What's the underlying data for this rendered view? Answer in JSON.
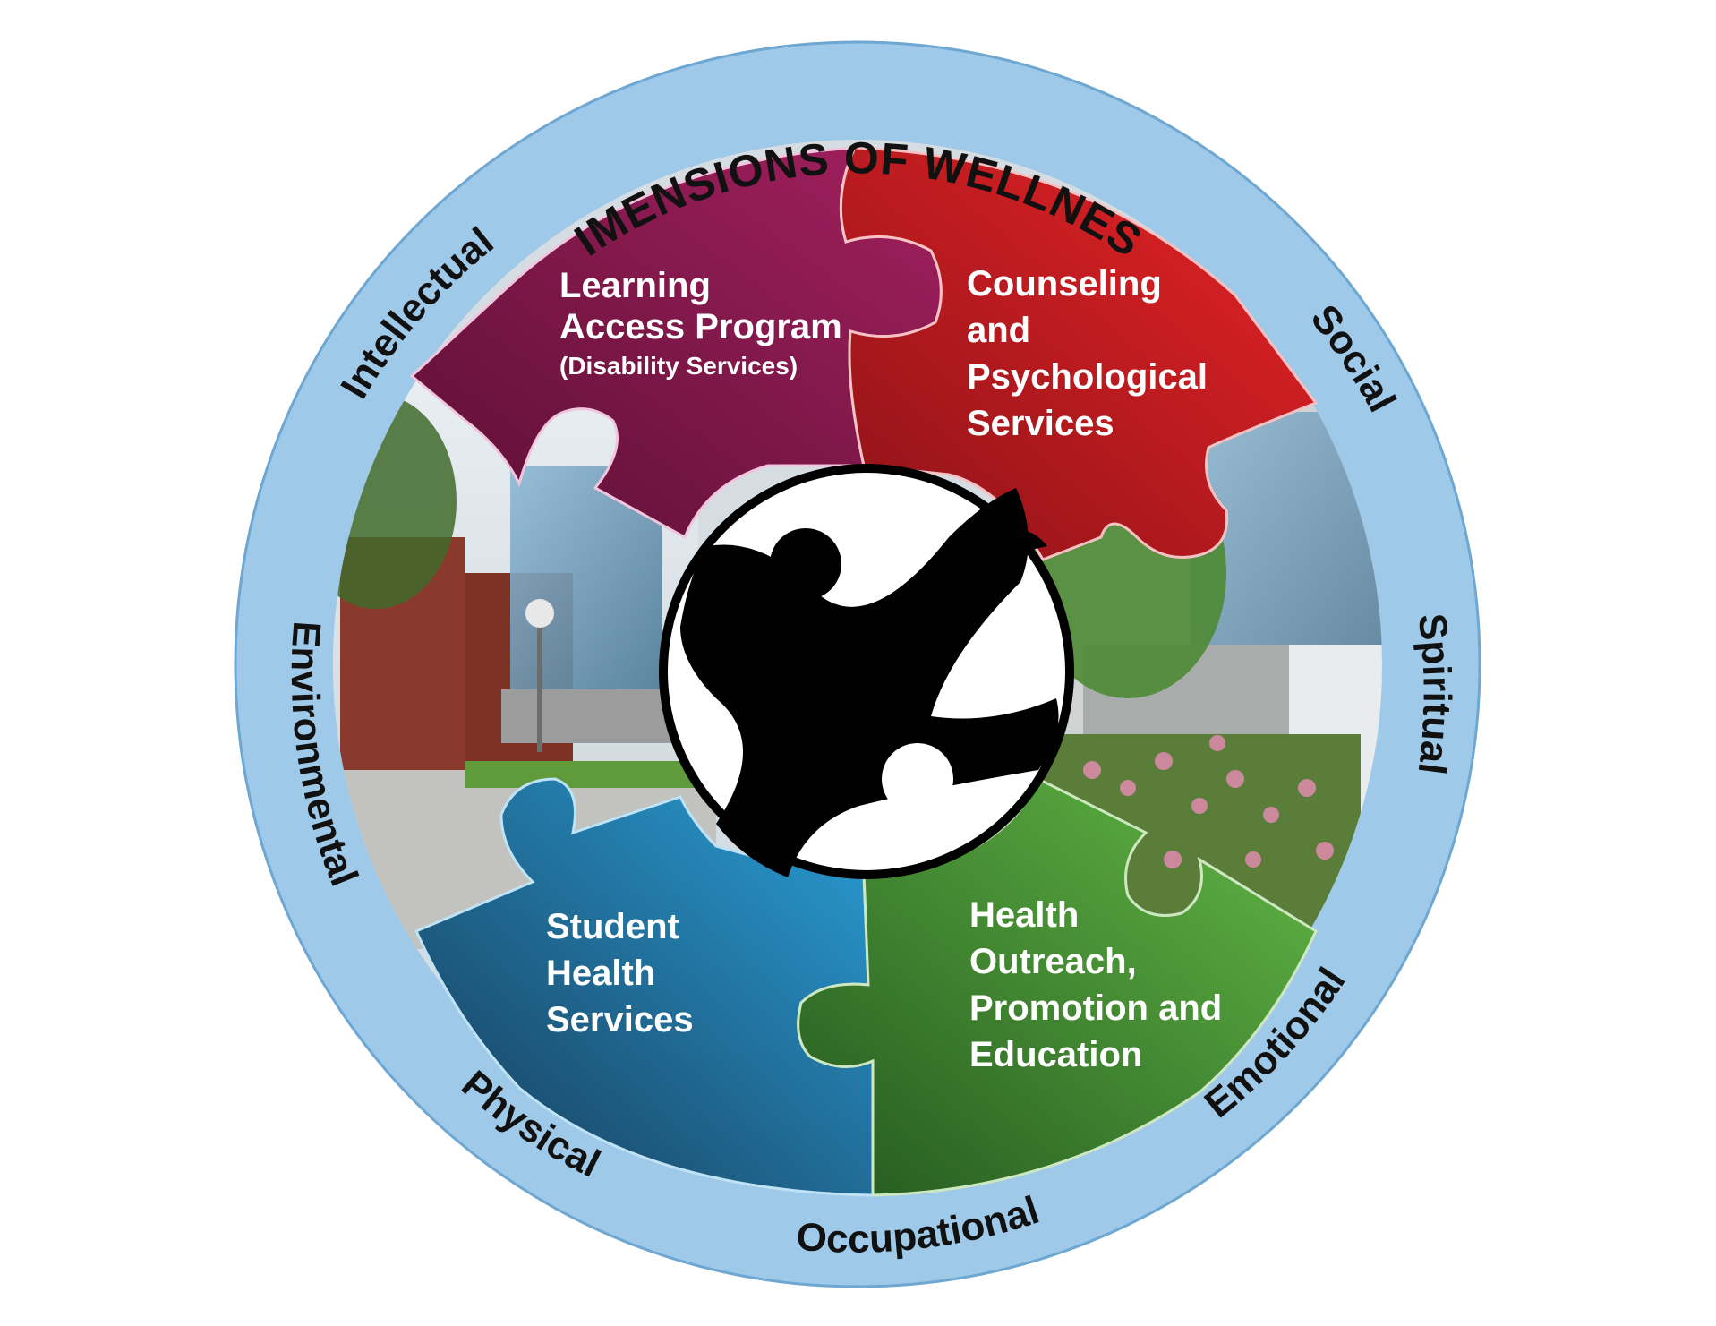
{
  "title": "DIMENSIONS OF WELLNESS",
  "dimensions": {
    "intellectual": "Intellectual",
    "social": "Social",
    "spiritual": "Spiritual",
    "emotional": "Emotional",
    "occupational": "Occupational",
    "physical": "Physical",
    "environmental": "Environmental"
  },
  "pieces": {
    "learning": {
      "lines": [
        "Learning",
        "Access Program"
      ],
      "sub": "(Disability Services)",
      "color_light": "#a3205f",
      "color_dark": "#5a0f33"
    },
    "counseling": {
      "lines": [
        "Counseling",
        "and",
        "Psychological",
        "Services"
      ],
      "color_light": "#ea2427",
      "color_dark": "#8b1218"
    },
    "health": {
      "lines": [
        "Student",
        "Health",
        "Services"
      ],
      "color_light": "#2a9fd8",
      "color_dark": "#173a56"
    },
    "outreach": {
      "lines": [
        "Health",
        "Outreach,",
        "Promotion and",
        "Education"
      ],
      "color_light": "#63b946",
      "color_dark": "#24581f"
    }
  },
  "colors": {
    "ring": "#9fc9e8",
    "ring_edge": "#6da7d2"
  },
  "center_icon": "wellness-figures-icon"
}
